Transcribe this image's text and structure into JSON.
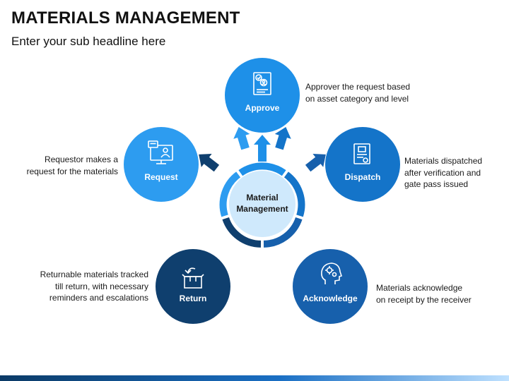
{
  "header": {
    "title": "MATERIALS MANAGEMENT",
    "subtitle": "Enter your sub headline here"
  },
  "center": {
    "line1": "Material",
    "line2": "Management"
  },
  "nodes": [
    {
      "label": "Approve",
      "icon": "approval-document-icon",
      "color": "#1e90e8",
      "desc": [
        "Approver the request based",
        "on asset category and level"
      ]
    },
    {
      "label": "Dispatch",
      "icon": "shipping-document-icon",
      "color": "#1474c9",
      "desc": [
        "Materials dispatched",
        "after verification and",
        "gate pass issued"
      ]
    },
    {
      "label": "Acknowledge",
      "icon": "head-gears-icon",
      "color": "#1760ac",
      "desc": [
        "Materials acknowledge",
        "on receipt by the receiver"
      ]
    },
    {
      "label": "Return",
      "icon": "return-box-icon",
      "color": "#0f3f6e",
      "desc": [
        "Returnable materials tracked",
        "till return, with necessary",
        "reminders and escalations"
      ]
    },
    {
      "label": "Request",
      "icon": "computer-user-chat-icon",
      "color": "#2d9cf0",
      "desc": [
        "Requestor makes a",
        "request for the materials"
      ]
    }
  ]
}
